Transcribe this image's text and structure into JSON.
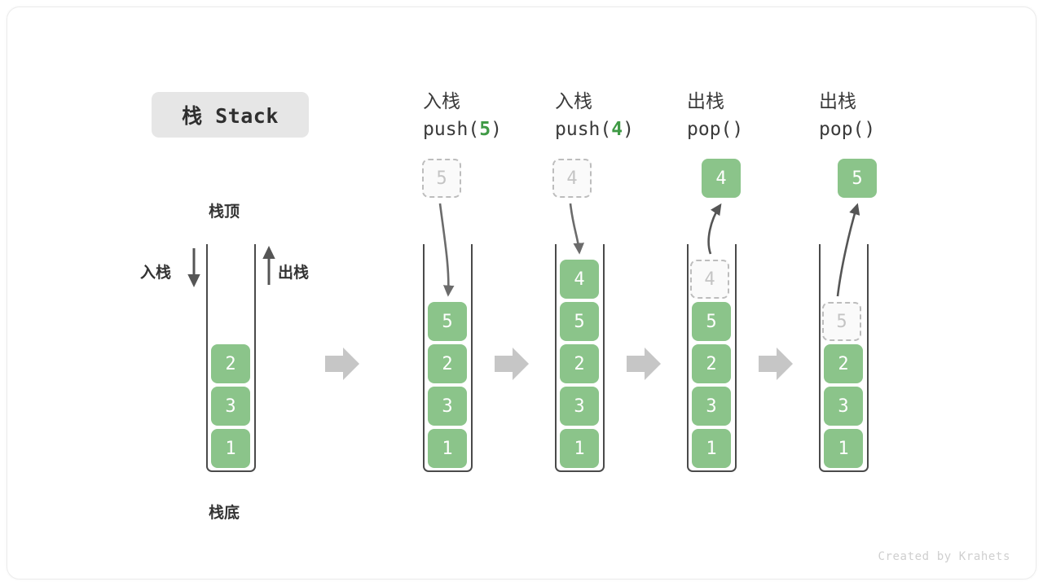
{
  "title_badge": "栈 Stack",
  "credit": "Created by Krahets",
  "colors": {
    "cell_fill": "#8bc48a",
    "cell_text": "#ffffff",
    "ghost_fill": "#fafafa",
    "ghost_border": "#bdbdbd",
    "ghost_text": "#c4c4c4",
    "tube_border": "#4a4a4a",
    "flow_arrow": "#c6c6c6",
    "curve_arrow": "#6b6b6b",
    "accent_green": "#3f9a45",
    "badge_bg": "#e6e6e6",
    "label_text": "#333333"
  },
  "legend": {
    "top_label": "栈顶",
    "bottom_label": "栈底",
    "push_label": "入栈",
    "pop_label": "出栈"
  },
  "columns": [
    {
      "id": "initial",
      "header_line1": "",
      "header_line2_prefix": "",
      "header_arg": "",
      "header_line2_suffix": "",
      "cells": [
        "2",
        "3",
        "1"
      ],
      "ghost": null,
      "external": null
    },
    {
      "id": "push-5",
      "header_line1": "入栈",
      "header_line2_prefix": "push(",
      "header_arg": "5",
      "header_line2_suffix": ")",
      "cells": [
        "5",
        "2",
        "3",
        "1"
      ],
      "ghost": {
        "value": "5",
        "position": "outside-top"
      },
      "external": null
    },
    {
      "id": "push-4",
      "header_line1": "入栈",
      "header_line2_prefix": "push(",
      "header_arg": "4",
      "header_line2_suffix": ")",
      "cells": [
        "4",
        "5",
        "2",
        "3",
        "1"
      ],
      "ghost": {
        "value": "4",
        "position": "outside-top"
      },
      "external": null
    },
    {
      "id": "pop-4",
      "header_line1": "出栈",
      "header_line2_prefix": "pop(",
      "header_arg": "",
      "header_line2_suffix": ")",
      "cells": [
        "5",
        "2",
        "3",
        "1"
      ],
      "ghost": {
        "value": "4",
        "position": "inside-top"
      },
      "external": {
        "value": "4"
      }
    },
    {
      "id": "pop-5",
      "header_line1": "出栈",
      "header_line2_prefix": "pop(",
      "header_arg": "",
      "header_line2_suffix": ")",
      "cells": [
        "2",
        "3",
        "1"
      ],
      "ghost": {
        "value": "5",
        "position": "inside-top"
      },
      "external": {
        "value": "5"
      }
    }
  ]
}
